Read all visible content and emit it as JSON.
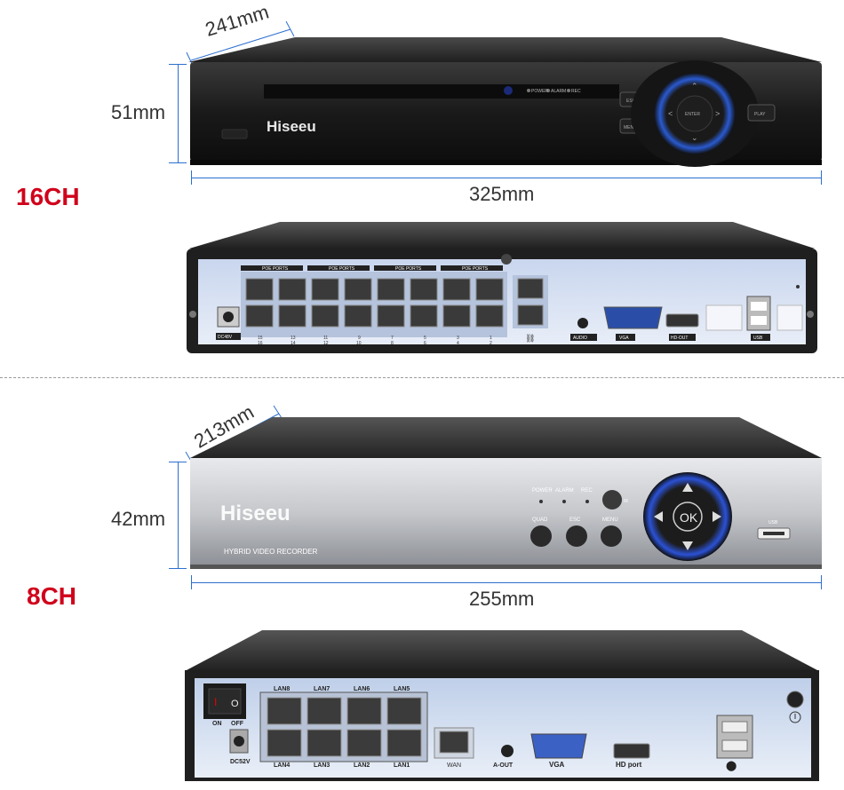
{
  "nvr16": {
    "channel_label": "16CH",
    "depth": "241mm",
    "height": "51mm",
    "width": "325mm",
    "brand": "Hiseeu",
    "led_labels": [
      "POWER",
      "ALARM",
      "REC"
    ],
    "buttons": {
      "esc": "ESC",
      "menu": "MENU",
      "enter": "ENTER",
      "play": "PLAY"
    },
    "rear": {
      "poe_group_label": "POE PORTS",
      "power_label": "DC48V",
      "audio_label": "AUDIO",
      "vga_label": "VGA",
      "hdout_label": "HD-OUT",
      "usb_label": "USB",
      "port_numbers_top": [
        "15",
        "13",
        "11",
        "9",
        "7",
        "5",
        "3",
        "1"
      ],
      "port_numbers_bottom": [
        "16",
        "14",
        "12",
        "10",
        "8",
        "6",
        "4",
        "2"
      ]
    }
  },
  "nvr8": {
    "channel_label": "8CH",
    "depth": "213mm",
    "height": "42mm",
    "width": "255mm",
    "brand": "Hiseeu",
    "subtitle": "HYBRID VIDEO RECORDER",
    "led_labels": [
      "POWER",
      "ALARM",
      "REC"
    ],
    "buttons": {
      "quad": "QUAD",
      "esc": "ESC",
      "menu": "MENU",
      "ok": "OK"
    },
    "ir_label": "IR",
    "usb_label": "USB",
    "rear": {
      "switch_on": "ON",
      "switch_off": "OFF",
      "power_label": "DC52V",
      "lan_top": [
        "LAN8",
        "LAN7",
        "LAN6",
        "LAN5"
      ],
      "lan_bottom": [
        "LAN4",
        "LAN3",
        "LAN2",
        "LAN1"
      ],
      "wan_label": "WAN",
      "aout_label": "A-OUT",
      "vga_label": "VGA",
      "hd_label": "HD port"
    }
  }
}
